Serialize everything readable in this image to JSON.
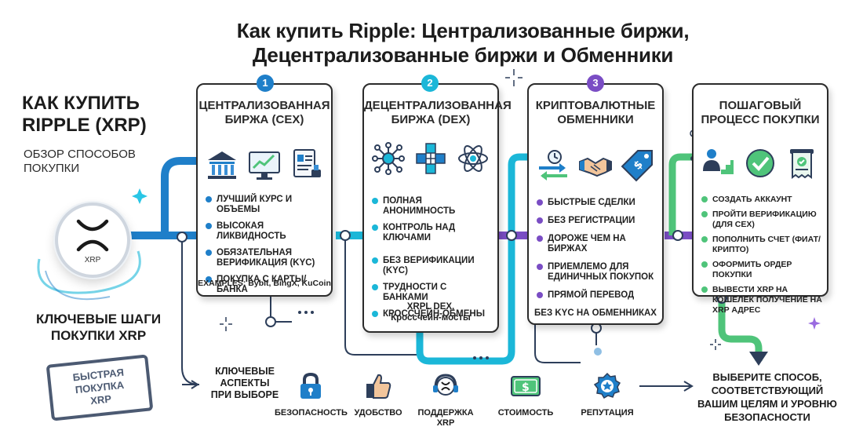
{
  "title": {
    "line1": "Как купить Ripple: Централизованные биржи,",
    "line2": "Децентрализованные биржи и Обменники"
  },
  "left": {
    "heading_line1": "КАК КУПИТЬ",
    "heading_line2": "RIPPLE (XRP)",
    "subtitle_line1": "ОБЗОР СПОСОБОВ",
    "subtitle_line2": "ПОКУПКИ",
    "logo_text": "XRP",
    "steps_line1": "КЛЮЧЕВЫЕ ШАГИ",
    "steps_line2": "ПОКУПКИ XRP",
    "stamp_line1": "БЫСТРАЯ",
    "stamp_line2": "ПОКУПКА",
    "stamp_line3": "XRP"
  },
  "colors": {
    "blue": "#1f7fc9",
    "cyan": "#1bb7d8",
    "purple": "#7a4dc4",
    "green": "#4fc47a",
    "navy": "#2d3e5a"
  },
  "cards": [
    {
      "badge": "1",
      "title_line1": "ЦЕНТРАЛИЗОВАННАЯ",
      "title_line2": "БИРЖА (CEX)",
      "icons": [
        "bank-icon",
        "chart-monitor-icon",
        "kyc-document-icon"
      ],
      "items": [
        "ЛУЧШИЙ КУРС И ОБЪЕМЫ",
        "ВЫСОКАЯ ЛИКВИДНОСТЬ",
        "ОБЯЗАТЕЛЬНАЯ ВЕРИФИКАЦИЯ (KYC)",
        "ПОКУПКА С КАРТЫ/БАНКА"
      ],
      "footer_line1": "EXAMPLES: Bybit, BingX, KuCoin",
      "footer_line2": ""
    },
    {
      "badge": "2",
      "title_line1": "ДЕЦЕНТРАЛИЗОВАННАЯ",
      "title_line2": "БИРЖА (DEX)",
      "icons": [
        "network-icon",
        "blockchain-cubes-icon",
        "atom-icon"
      ],
      "items": [
        "ПОЛНАЯ АНОНИМНОСТЬ",
        "КОНТРОЛЬ НАД КЛЮЧАМИ",
        "БЕЗ ВЕРИФИКАЦИИ (KYC)",
        "ТРУДНОСТИ С БАНКАМИ",
        "КРОССЧЕЙН-ОБМЕНЫ"
      ],
      "footer_line1": "XRPL DEX,",
      "footer_line2": "Кросcчейн-мосты"
    },
    {
      "badge": "3",
      "title_line1": "КРИПТОВАЛЮТНЫЕ",
      "title_line2": "ОБМЕННИКИ",
      "icons": [
        "exchange-arrows-icon",
        "handshake-icon",
        "price-tag-icon"
      ],
      "items": [
        "БЫСТРЫЕ СДЕЛКИ",
        "БЕЗ РЕГИСТРАЦИИ",
        "ДОРОЖЕ ЧЕМ НА БИРЖАХ",
        "ПРИЕМЛЕМО ДЛЯ ЕДИНИЧНЫХ ПОКУПОК",
        "ПРЯМОЙ ПЕРЕВОД"
      ],
      "footer_line1": "БЕЗ KYC НА ОБМЕННИКАХ",
      "footer_line2": ""
    },
    {
      "badge": "",
      "title_line1": "ПОШАГОВЫЙ",
      "title_line2": "ПРОЦЕСС ПОКУПКИ",
      "icons": [
        "user-steps-icon",
        "check-circle-icon",
        "receipt-icon"
      ],
      "items": [
        "СОЗДАТЬ АККАУНТ",
        "ПРОЙТИ ВЕРИФИКАЦИЮ (ДЛЯ CEX)",
        "ПОПОЛНИТЬ СЧЕТ (ФИАТ/КРИПТО)",
        "ОФОРМИТЬ ОРДЕР ПОКУПКИ",
        "ВЫВЕСТИ XRP НА КОШЕЛЕК ПОЛУЧЕНИЕ НА XRP АДРЕС"
      ],
      "footer_line1": "",
      "footer_line2": ""
    }
  ],
  "aspects": {
    "title_line1": "КЛЮЧЕВЫЕ",
    "title_line2": "АСПЕКТЫ",
    "title_line3": "ПРИ ВЫБОРЕ",
    "items": [
      {
        "icon": "lock-icon",
        "label": "БЕЗОПАСНОСТЬ"
      },
      {
        "icon": "thumbs-up-icon",
        "label": "УДОБСТВО"
      },
      {
        "icon": "headset-icon",
        "label": "ПОДДЕРЖКА XRP"
      },
      {
        "icon": "money-icon",
        "label": "СТОИМОСТЬ"
      },
      {
        "icon": "award-icon",
        "label": "РЕПУТАЦИЯ"
      }
    ],
    "money_symbol": "$"
  },
  "conclusion": {
    "line1": "ВЫБЕРИТЕ СПОСОБ,",
    "line2": "СООТВЕТСТВУЮЩИЙ",
    "line3": "ВАШИМ ЦЕЛЯМ И УРОВНЮ",
    "line4": "БЕЗОПАСНОСТИ"
  }
}
